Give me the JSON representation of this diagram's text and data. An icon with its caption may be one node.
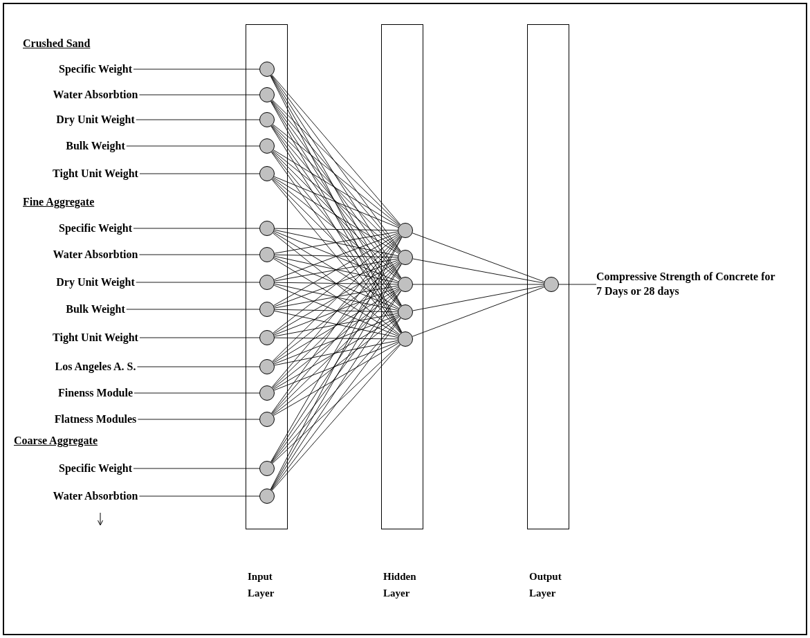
{
  "diagram": {
    "nodes": [
      {
        "text": [
          "Input Layer"
        ]
      },
      {
        "text": [
          "Hidden Layer"
        ]
      },
      {
        "text": [
          "Output Layer"
        ]
      },
      {
        "text": [],
        "shape": "circle",
        "in": 0
      },
      {
        "text": [],
        "shape": "circle",
        "in": 0
      },
      {
        "text": [],
        "shape": "circle",
        "in": 0
      },
      {
        "text": [],
        "shape": "circle",
        "in": 0
      },
      {
        "text": [],
        "shape": "circle",
        "in": 0
      },
      {
        "text": [],
        "shape": "circle",
        "in": 0
      },
      {
        "text": [],
        "shape": "circle",
        "in": 0
      },
      {
        "text": [],
        "shape": "circle",
        "in": 0
      },
      {
        "text": [],
        "shape": "circle",
        "in": 0
      },
      {
        "text": [],
        "shape": "circle",
        "in": 0
      },
      {
        "text": [],
        "shape": "circle",
        "in": 0
      },
      {
        "text": [],
        "shape": "circle",
        "in": 0
      },
      {
        "text": [],
        "shape": "circle",
        "in": 0
      },
      {
        "text": [],
        "shape": "circle",
        "in": 0
      },
      {
        "text": [],
        "shape": "circle",
        "in": 0
      },
      {
        "text": [],
        "shape": "circle",
        "in": 1
      },
      {
        "text": [],
        "shape": "circle",
        "in": 1
      },
      {
        "text": [],
        "shape": "circle",
        "in": 1
      },
      {
        "text": [],
        "shape": "circle",
        "in": 1
      },
      {
        "text": [],
        "shape": "circle",
        "in": 1
      },
      {
        "text": [],
        "shape": "circle",
        "in": 2
      },
      {
        "text": [
          "Specific Weight"
        ]
      },
      {
        "text": [
          "Water Absorbtion"
        ]
      },
      {
        "text": [
          "Dry Unit Weight"
        ]
      },
      {
        "text": [
          "Bulk Weight"
        ]
      },
      {
        "text": [
          "Tight Unit Weight"
        ]
      },
      {
        "text": [
          "Specific Weight"
        ]
      },
      {
        "text": [
          "Water Absorbtion"
        ]
      },
      {
        "text": [
          "Dry Unit Weight"
        ]
      },
      {
        "text": [
          "Bulk Weight"
        ]
      },
      {
        "text": [
          "Tight Unit Weight"
        ]
      },
      {
        "text": [
          "Los Angeles A. S."
        ]
      },
      {
        "text": [
          "Finenss Module"
        ]
      },
      {
        "text": [
          "Flatness Modules"
        ]
      },
      {
        "text": [
          "Specific Weight"
        ]
      },
      {
        "text": [
          "Water Absorbtion"
        ]
      },
      {
        "text": [
          "Compressive Strength of Concrete for 7 Days or 28 days"
        ]
      }
    ],
    "edges": [
      {
        "from": 24,
        "to": 3,
        "arrow": "none"
      },
      {
        "from": 25,
        "to": 4,
        "arrow": "none"
      },
      {
        "from": 26,
        "to": 5,
        "arrow": "none"
      },
      {
        "from": 27,
        "to": 6,
        "arrow": "none"
      },
      {
        "from": 28,
        "to": 7,
        "arrow": "none"
      },
      {
        "from": 29,
        "to": 8,
        "arrow": "none"
      },
      {
        "from": 30,
        "to": 9,
        "arrow": "none"
      },
      {
        "from": 31,
        "to": 10,
        "arrow": "none"
      },
      {
        "from": 32,
        "to": 11,
        "arrow": "none"
      },
      {
        "from": 33,
        "to": 12,
        "arrow": "none"
      },
      {
        "from": 34,
        "to": 13,
        "arrow": "none"
      },
      {
        "from": 35,
        "to": 14,
        "arrow": "none"
      },
      {
        "from": 36,
        "to": 15,
        "arrow": "none"
      },
      {
        "from": 37,
        "to": 16,
        "arrow": "none"
      },
      {
        "from": 38,
        "to": 17,
        "arrow": "none"
      },
      {
        "from": 3,
        "to": 18,
        "arrow": "none"
      },
      {
        "from": 3,
        "to": 19,
        "arrow": "none"
      },
      {
        "from": 3,
        "to": 20,
        "arrow": "none"
      },
      {
        "from": 3,
        "to": 21,
        "arrow": "none"
      },
      {
        "from": 3,
        "to": 22,
        "arrow": "none"
      },
      {
        "from": 4,
        "to": 18,
        "arrow": "none"
      },
      {
        "from": 4,
        "to": 19,
        "arrow": "none"
      },
      {
        "from": 4,
        "to": 20,
        "arrow": "none"
      },
      {
        "from": 4,
        "to": 21,
        "arrow": "none"
      },
      {
        "from": 4,
        "to": 22,
        "arrow": "none"
      },
      {
        "from": 5,
        "to": 18,
        "arrow": "none"
      },
      {
        "from": 5,
        "to": 19,
        "arrow": "none"
      },
      {
        "from": 5,
        "to": 20,
        "arrow": "none"
      },
      {
        "from": 5,
        "to": 21,
        "arrow": "none"
      },
      {
        "from": 5,
        "to": 22,
        "arrow": "none"
      },
      {
        "from": 6,
        "to": 18,
        "arrow": "none"
      },
      {
        "from": 6,
        "to": 19,
        "arrow": "none"
      },
      {
        "from": 6,
        "to": 20,
        "arrow": "none"
      },
      {
        "from": 6,
        "to": 21,
        "arrow": "none"
      },
      {
        "from": 6,
        "to": 22,
        "arrow": "none"
      },
      {
        "from": 7,
        "to": 18,
        "arrow": "none"
      },
      {
        "from": 7,
        "to": 19,
        "arrow": "none"
      },
      {
        "from": 7,
        "to": 20,
        "arrow": "none"
      },
      {
        "from": 7,
        "to": 21,
        "arrow": "none"
      },
      {
        "from": 7,
        "to": 22,
        "arrow": "none"
      },
      {
        "from": 8,
        "to": 18,
        "arrow": "none"
      },
      {
        "from": 8,
        "to": 19,
        "arrow": "none"
      },
      {
        "from": 8,
        "to": 20,
        "arrow": "none"
      },
      {
        "from": 8,
        "to": 21,
        "arrow": "none"
      },
      {
        "from": 8,
        "to": 22,
        "arrow": "none"
      },
      {
        "from": 9,
        "to": 18,
        "arrow": "none"
      },
      {
        "from": 9,
        "to": 19,
        "arrow": "none"
      },
      {
        "from": 9,
        "to": 20,
        "arrow": "none"
      },
      {
        "from": 9,
        "to": 21,
        "arrow": "none"
      },
      {
        "from": 9,
        "to": 22,
        "arrow": "none"
      },
      {
        "from": 10,
        "to": 18,
        "arrow": "none"
      },
      {
        "from": 10,
        "to": 19,
        "arrow": "none"
      },
      {
        "from": 10,
        "to": 20,
        "arrow": "none"
      },
      {
        "from": 10,
        "to": 21,
        "arrow": "none"
      },
      {
        "from": 10,
        "to": 22,
        "arrow": "none"
      },
      {
        "from": 11,
        "to": 18,
        "arrow": "none"
      },
      {
        "from": 11,
        "to": 19,
        "arrow": "none"
      },
      {
        "from": 11,
        "to": 20,
        "arrow": "none"
      },
      {
        "from": 11,
        "to": 21,
        "arrow": "none"
      },
      {
        "from": 11,
        "to": 22,
        "arrow": "none"
      },
      {
        "from": 12,
        "to": 18,
        "arrow": "none"
      },
      {
        "from": 12,
        "to": 19,
        "arrow": "none"
      },
      {
        "from": 12,
        "to": 20,
        "arrow": "none"
      },
      {
        "from": 12,
        "to": 21,
        "arrow": "none"
      },
      {
        "from": 12,
        "to": 22,
        "arrow": "none"
      },
      {
        "from": 13,
        "to": 18,
        "arrow": "none"
      },
      {
        "from": 13,
        "to": 19,
        "arrow": "none"
      },
      {
        "from": 13,
        "to": 20,
        "arrow": "none"
      },
      {
        "from": 13,
        "to": 21,
        "arrow": "none"
      },
      {
        "from": 13,
        "to": 22,
        "arrow": "none"
      },
      {
        "from": 14,
        "to": 18,
        "arrow": "none"
      },
      {
        "from": 14,
        "to": 19,
        "arrow": "none"
      },
      {
        "from": 14,
        "to": 20,
        "arrow": "none"
      },
      {
        "from": 14,
        "to": 21,
        "arrow": "none"
      },
      {
        "from": 14,
        "to": 22,
        "arrow": "none"
      },
      {
        "from": 15,
        "to": 18,
        "arrow": "none"
      },
      {
        "from": 15,
        "to": 19,
        "arrow": "none"
      },
      {
        "from": 15,
        "to": 20,
        "arrow": "none"
      },
      {
        "from": 15,
        "to": 21,
        "arrow": "none"
      },
      {
        "from": 15,
        "to": 22,
        "arrow": "none"
      },
      {
        "from": 16,
        "to": 18,
        "arrow": "none"
      },
      {
        "from": 16,
        "to": 19,
        "arrow": "none"
      },
      {
        "from": 16,
        "to": 20,
        "arrow": "none"
      },
      {
        "from": 16,
        "to": 21,
        "arrow": "none"
      },
      {
        "from": 16,
        "to": 22,
        "arrow": "none"
      },
      {
        "from": 17,
        "to": 18,
        "arrow": "none"
      },
      {
        "from": 17,
        "to": 19,
        "arrow": "none"
      },
      {
        "from": 17,
        "to": 20,
        "arrow": "none"
      },
      {
        "from": 17,
        "to": 21,
        "arrow": "none"
      },
      {
        "from": 17,
        "to": 22,
        "arrow": "none"
      },
      {
        "from": 18,
        "to": 23,
        "arrow": "none"
      },
      {
        "from": 19,
        "to": 23,
        "arrow": "none"
      },
      {
        "from": 20,
        "to": 23,
        "arrow": "none"
      },
      {
        "from": 21,
        "to": 23,
        "arrow": "none"
      },
      {
        "from": 22,
        "to": 23,
        "arrow": "none"
      },
      {
        "from": 23,
        "to": 39,
        "arrow": "none"
      }
    ],
    "labels": [
      "Crushed Sand",
      "Fine Aggregate",
      "Coarse Aggregate"
    ]
  }
}
